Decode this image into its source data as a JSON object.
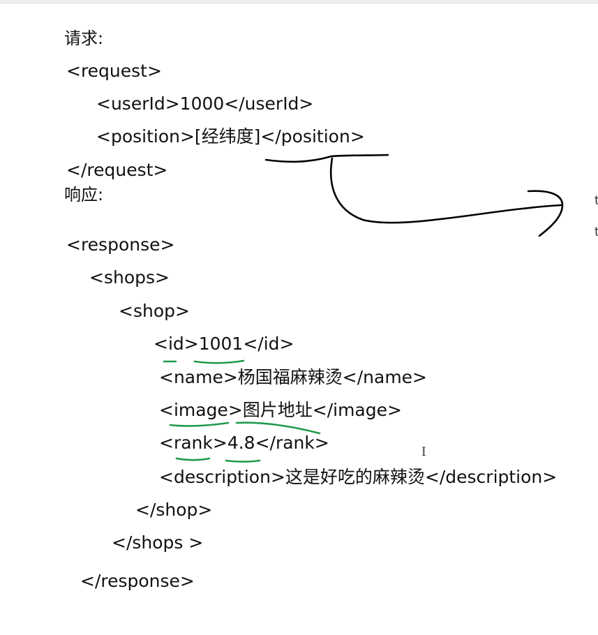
{
  "request": {
    "heading": "请求:",
    "lines": [
      "<request>",
      "<userId>1000</userId>",
      "<position>[经纬度]</position>",
      "</request>"
    ]
  },
  "response": {
    "heading": "响应:",
    "lines": [
      "<response>",
      "<shops>",
      "<shop>",
      "<id>1001</id>",
      "<name>杨国福麻辣烫</name>",
      "<image>图片地址</image>",
      "<rank>4.8</rank>",
      "<description>这是好吃的麻辣烫</description>",
      "</shop>",
      "</shops >",
      "</response>"
    ]
  },
  "cursor": {
    "glyph": "I"
  },
  "edge_glyphs": [
    "t",
    "t"
  ],
  "annotation_colors": {
    "arrow": "#000000",
    "underline": "#1f9a4a"
  }
}
